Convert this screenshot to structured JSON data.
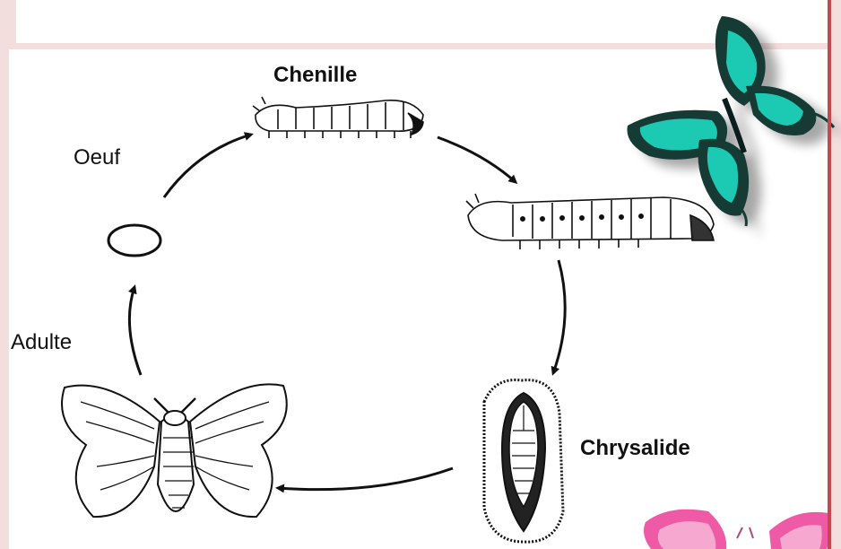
{
  "diagram": {
    "stages": {
      "egg": "Oeuf",
      "caterpillar": "Chenille",
      "chrysalis": "Chrysalide",
      "adult": "Adulte"
    }
  },
  "colors": {
    "page_background": "#f3dede",
    "panel": "#ffffff",
    "border_accent": "#c4484c",
    "butterfly_teal": "#1fc9b2",
    "butterfly_dark": "#123a36",
    "butterfly_pink": "#ee5aa6",
    "line_art": "#111111"
  },
  "icons": [
    "egg-icon",
    "caterpillar-icon",
    "large-caterpillar-icon",
    "chrysalis-icon",
    "moth-icon",
    "teal-butterfly-icon",
    "pink-butterfly-icon"
  ]
}
